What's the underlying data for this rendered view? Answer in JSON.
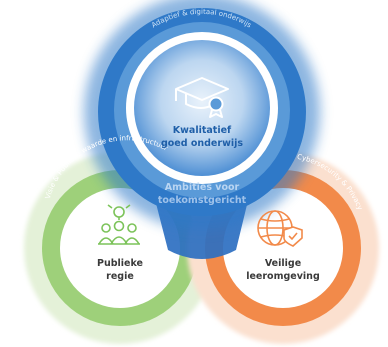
{
  "center_label": {
    "line1": "Ambities voor",
    "line2": "toekomstgericht"
  },
  "top_circle": {
    "line1": "Kwalitatief",
    "line2": "goed onderwijs",
    "ring_text": "Adaptief & digitaal onderwijs",
    "icon": "graduation-cap-with-award-icon",
    "color": "#2f79c8"
  },
  "left_circle": {
    "line1": "Publieke",
    "line2": "regie",
    "ring_text": "Visie & Publieke waarde en infrastructuur",
    "icon": "people-with-lightbulb-icon",
    "color": "#7cc35a"
  },
  "right_circle": {
    "line1": "Veilige",
    "line2": "leeromgeving",
    "ring_text": "Cybersecurity & Privacy",
    "icon": "globe-with-shield-icon",
    "color": "#f28a4a"
  }
}
